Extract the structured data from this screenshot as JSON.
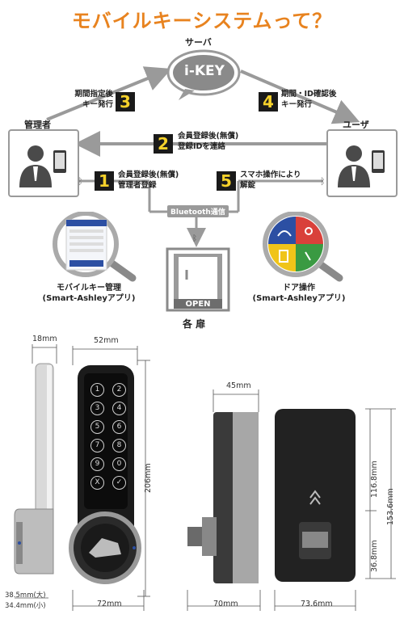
{
  "title": "モバイルキーシステムって？",
  "server": {
    "label": "サーバ",
    "logo": "i-KEY"
  },
  "admin": {
    "label": "管理者"
  },
  "user": {
    "label": "ユーザ"
  },
  "steps": [
    {
      "num": "1",
      "lines": [
        "会員登録後(無償)",
        "管理者登録"
      ]
    },
    {
      "num": "2",
      "lines": [
        "会員登録後(無償)",
        "登録IDを連絡"
      ]
    },
    {
      "num": "3",
      "lines": [
        "期間指定後",
        "キー発行"
      ]
    },
    {
      "num": "4",
      "lines": [
        "期間・ID確認後",
        "キー発行"
      ]
    },
    {
      "num": "5",
      "lines": [
        "スマホ操作により",
        "解錠"
      ]
    }
  ],
  "bluetooth": "Bluetooth通信",
  "door": {
    "sign": "OPEN",
    "label": "各 扉"
  },
  "app_left": {
    "line1": "モバイルキー管理",
    "line2": "(Smart-Ashleyアプリ)"
  },
  "app_right": {
    "line1": "ドア操作",
    "line2": "(Smart-Ashleyアプリ)"
  },
  "dims": {
    "side_width": "18mm",
    "front_width": "52mm",
    "front_height": "206mm",
    "depth_big": "38.5mm(大)",
    "depth_small": "34.4mm(小)",
    "base_width": "72mm",
    "back_top": "45mm",
    "back_side_width": "70mm",
    "back_width": "73.6mm",
    "back_h1": "116.8mm",
    "back_h2": "36.8mm",
    "back_total": "153.6mm"
  },
  "keypad": [
    "1",
    "2",
    "3",
    "4",
    "5",
    "6",
    "7",
    "8",
    "9",
    "0",
    "X",
    "✓"
  ],
  "colors": {
    "accent": "#e8831f",
    "badge_bg": "#1a1a1a",
    "badge_fg": "#f6d22b",
    "app_blue": "#2c4fa3",
    "app_red": "#d9403a",
    "app_yellow": "#f0c419",
    "app_green": "#3a9a42"
  }
}
